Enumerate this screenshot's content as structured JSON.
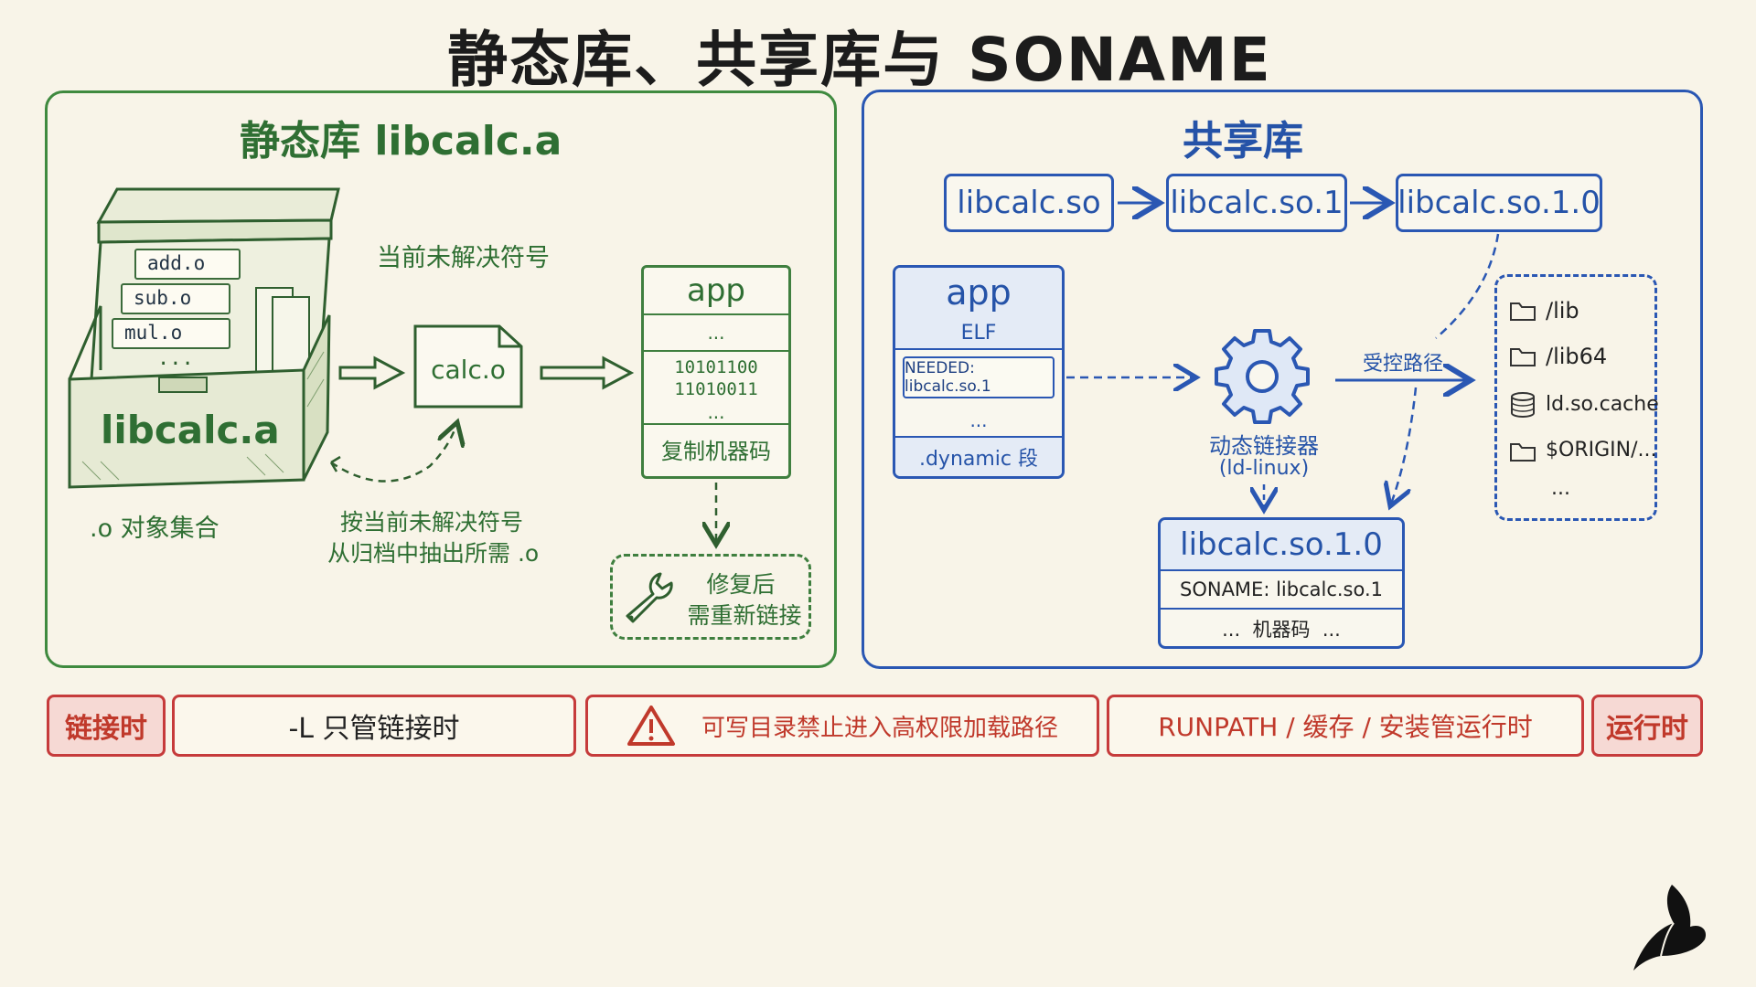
{
  "title": "静态库、共享库与 SONAME",
  "static_panel": {
    "title": "静态库 libcalc.a",
    "archive_files": [
      "add.o",
      "sub.o",
      "mul.o",
      "..."
    ],
    "archive_label": "libcalc.a",
    "archive_caption": ".o 对象集合",
    "unresolved_label": "当前未解决符号",
    "object_file": "calc.o",
    "extract_note_line1": "按当前未解决符号",
    "extract_note_line2": "从归档中抽出所需 .o",
    "app": {
      "title": "app",
      "dots1": "...",
      "bits1": "10101100",
      "bits2": "11010011",
      "dots2": "...",
      "footer": "复制机器码"
    },
    "relink_line1": "修复后",
    "relink_line2": "需重新链接",
    "icons": {
      "archive": "file-box-icon",
      "wrench": "wrench-icon",
      "doc": "document-icon"
    }
  },
  "shared_panel": {
    "title": "共享库",
    "chain": [
      "libcalc.so",
      "libcalc.so.1",
      "libcalc.so.1.0"
    ],
    "app": {
      "title": "app",
      "format": "ELF",
      "needed": "NEEDED: libcalc.so.1",
      "dots": "...",
      "section": ".dynamic 段"
    },
    "linker_line1": "动态链接器",
    "linker_line2": "(ld-linux)",
    "controlled_path": "受控路径",
    "search_paths": [
      "/lib",
      "/lib64",
      "ld.so.cache",
      "$ORIGIN/..."
    ],
    "search_more": "...",
    "lib": {
      "title": "libcalc.so.1.0",
      "soname": "SONAME: libcalc.so.1",
      "code": "...  机器码  ..."
    },
    "icons": {
      "gear": "gear-icon",
      "folder": "folder-icon",
      "database": "database-icon"
    }
  },
  "bottom_bar": {
    "link_time": "链接时",
    "link_note": "-L 只管链接时",
    "warning": "可写目录禁止进入高权限加载路径",
    "runtime_note": "RUNPATH / 缓存 / 安装管运行时",
    "runtime": "运行时"
  },
  "colors": {
    "background": "#f8f4e8",
    "static_accent": "#3f8a3f",
    "shared_accent": "#2a57b3",
    "warning": "#c63b3b",
    "tag_fill": "#f6d9d4"
  }
}
